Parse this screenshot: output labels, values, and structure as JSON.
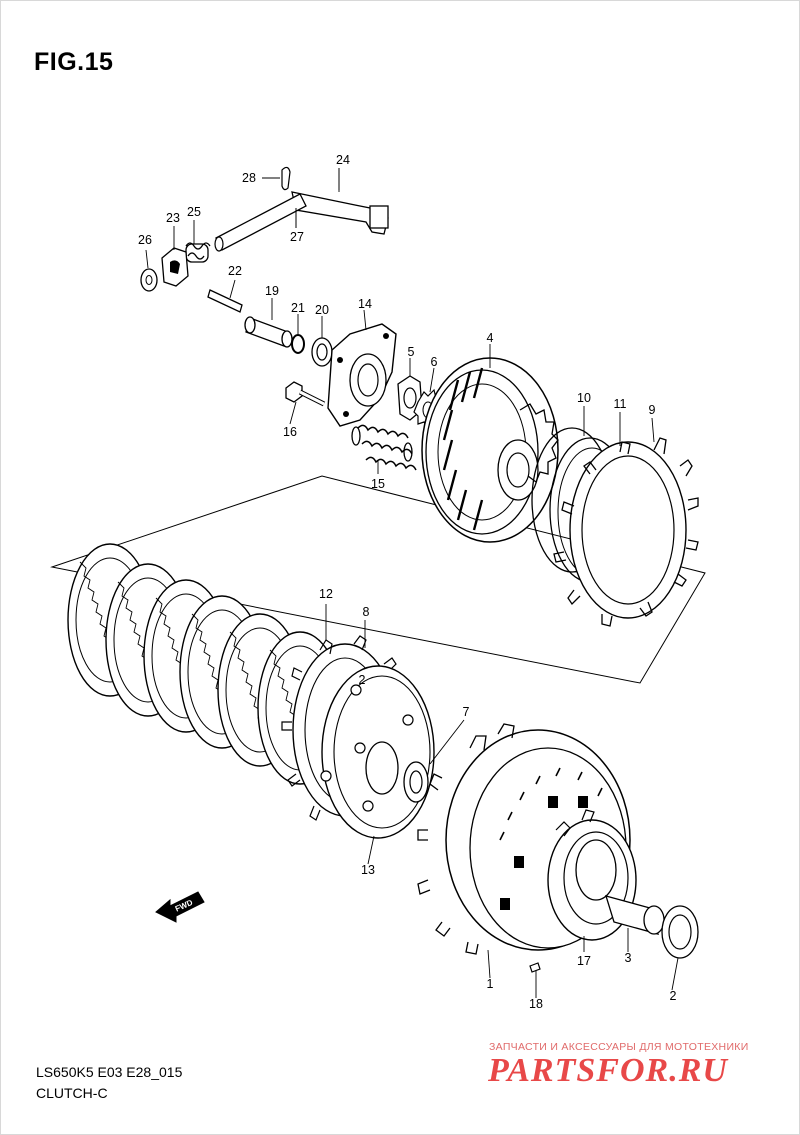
{
  "figure_title": "FIG.15",
  "diagram_code": "LS650K5 E03 E28_015",
  "section_name": "CLUTCH-C",
  "watermark": {
    "tagline": "ЗАПЧАСТИ И АКСЕССУАРЫ ДЛЯ МОТОТЕХНИКИ",
    "logo": "PARTSFOR.RU"
  },
  "direction_badge": "FWD",
  "part_labels": [
    {
      "id": "p1",
      "text": "1"
    },
    {
      "id": "p2",
      "text": "2"
    },
    {
      "id": "p2b",
      "text": "2"
    },
    {
      "id": "p3",
      "text": "3"
    },
    {
      "id": "p4",
      "text": "4"
    },
    {
      "id": "p5",
      "text": "5"
    },
    {
      "id": "p6",
      "text": "6"
    },
    {
      "id": "p7",
      "text": "7"
    },
    {
      "id": "p8",
      "text": "8"
    },
    {
      "id": "p9",
      "text": "9"
    },
    {
      "id": "p10",
      "text": "10"
    },
    {
      "id": "p11",
      "text": "11"
    },
    {
      "id": "p12",
      "text": "12"
    },
    {
      "id": "p13",
      "text": "13"
    },
    {
      "id": "p14",
      "text": "14"
    },
    {
      "id": "p15",
      "text": "15"
    },
    {
      "id": "p16",
      "text": "16"
    },
    {
      "id": "p17",
      "text": "17"
    },
    {
      "id": "p18",
      "text": "18"
    },
    {
      "id": "p19",
      "text": "19"
    },
    {
      "id": "p20",
      "text": "20"
    },
    {
      "id": "p21",
      "text": "21"
    },
    {
      "id": "p22",
      "text": "22"
    },
    {
      "id": "p23",
      "text": "23"
    },
    {
      "id": "p24",
      "text": "24"
    },
    {
      "id": "p25",
      "text": "25"
    },
    {
      "id": "p26",
      "text": "26"
    },
    {
      "id": "p27",
      "text": "27"
    },
    {
      "id": "p28",
      "text": "28"
    }
  ]
}
